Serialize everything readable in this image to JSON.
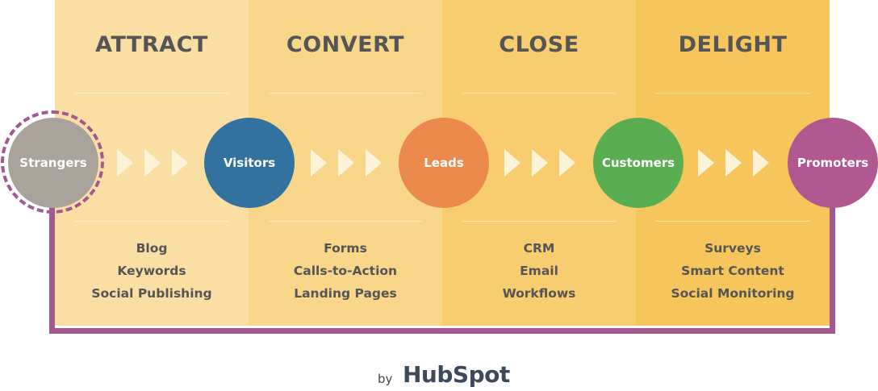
{
  "stages": [
    {
      "title": "ATTRACT",
      "tools": [
        "Blog",
        "Keywords",
        "Social Publishing"
      ]
    },
    {
      "title": "CONVERT",
      "tools": [
        "Forms",
        "Calls-to-Action",
        "Landing Pages"
      ]
    },
    {
      "title": "CLOSE",
      "tools": [
        "CRM",
        "Email",
        "Workflows"
      ]
    },
    {
      "title": "DELIGHT",
      "tools": [
        "Surveys",
        "Smart Content",
        "Social Monitoring"
      ]
    }
  ],
  "nodes": [
    {
      "label": "Strangers",
      "color": "#aaa39b"
    },
    {
      "label": "Visitors",
      "color": "#33729e"
    },
    {
      "label": "Leads",
      "color": "#eb8a4c"
    },
    {
      "label": "Customers",
      "color": "#5aae51"
    },
    {
      "label": "Promoters",
      "color": "#b0588f"
    }
  ],
  "colors": {
    "stage_bg": [
      "#f9dfa4",
      "#f8d68a",
      "#f7cd70",
      "#f6c55c"
    ],
    "loop": "#a3588f",
    "logo_accent": "#ff7a59"
  },
  "footer": {
    "by": "by",
    "brand": "HubSpot"
  }
}
